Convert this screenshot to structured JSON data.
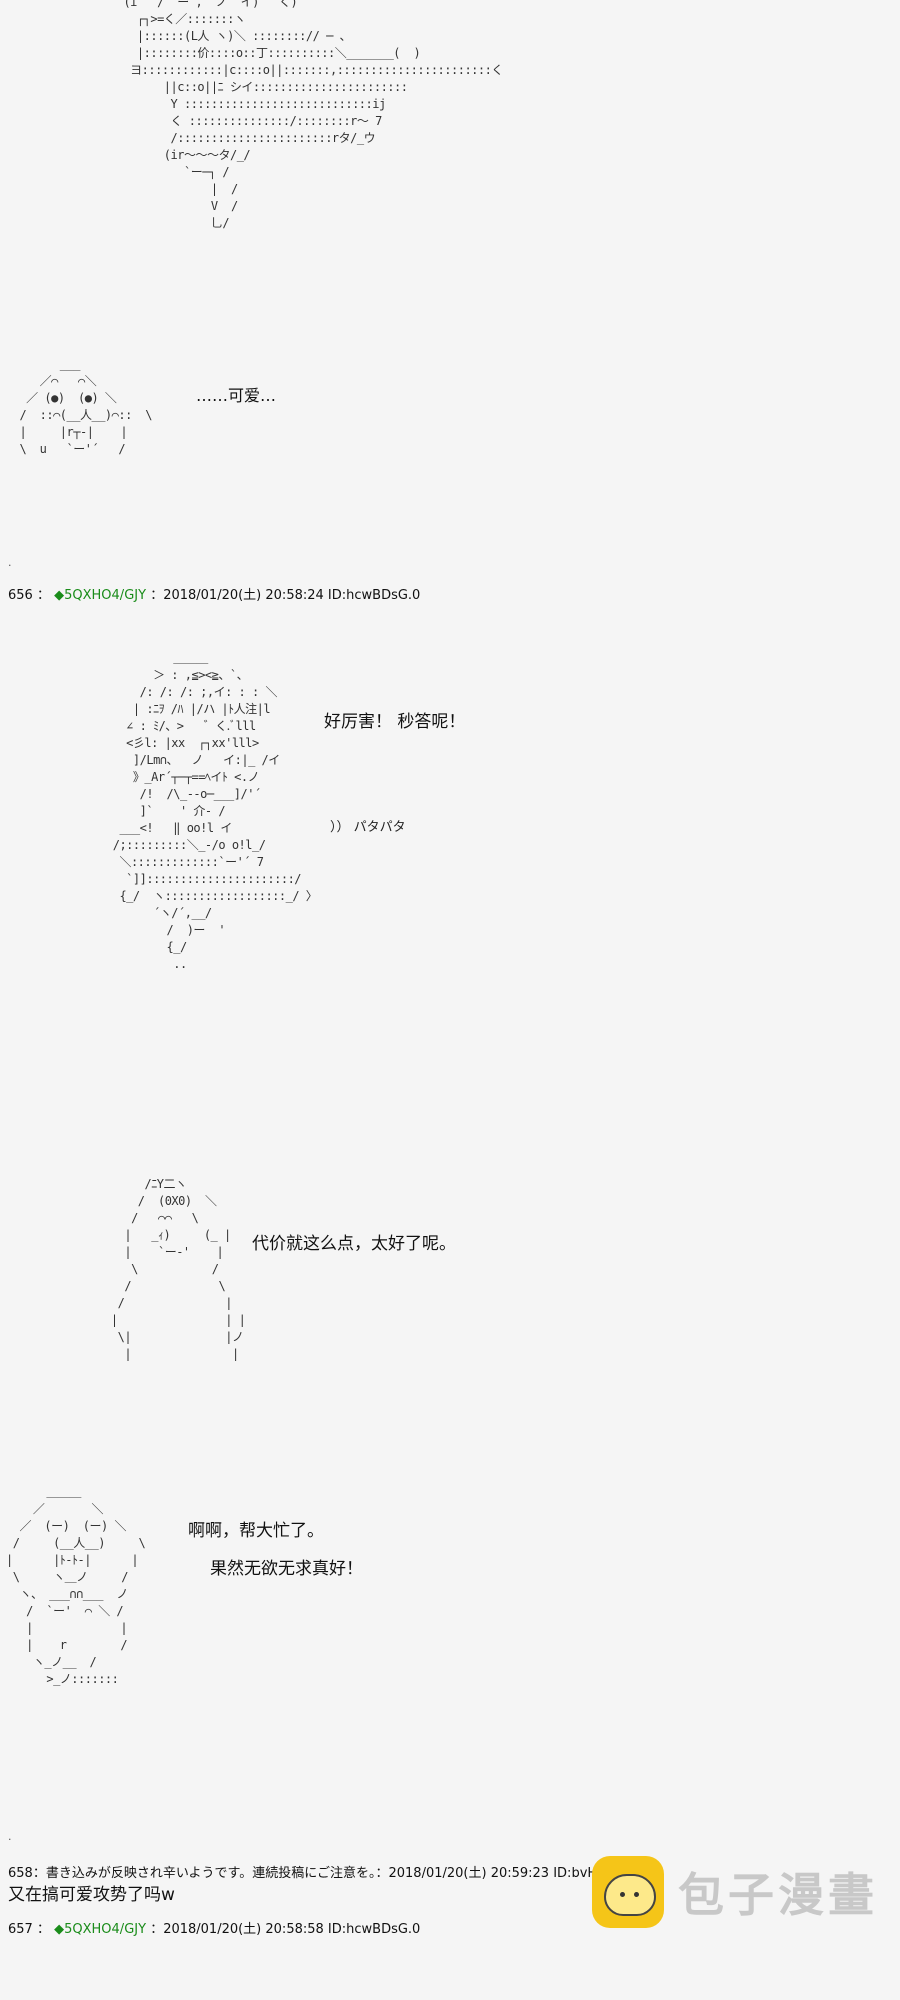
{
  "scene1": {
    "art_top": "  (i   /  ー ,  ノ  イ)   く)\n    ┌┐>=く／:::::::ヽ\n    |::::::(L人 ヽ)＼ ::::::::// ─ 、\n    |::::::::价::::o::丁::::::::::＼_______(  )\n   ヨ::::::::::::|c::::o||:::::::,:::::::::::::::::::::::く\n        ||c::o||ﾆ シイ:::::::::::::::::::::::\n         Y ::::::::::::::::::::::::::::ij\n         く :::::::::::::::/::::::::r〜 7\n         /:::::::::::::::::::::::rタ/_ウ\n        (ir〜〜〜タ/_/\n           `ー─┐ /\n               |  /\n               V  /\n               乚/",
    "art_mid": "        ___\n     ／⌒   ⌒＼\n   ／ (●)  (●) ＼\n  /  ::⌒(__人__)⌒::  \\\n  |     |r┬-|    |\n  \\  u   `ー'´   /",
    "line_cute": "……可爱…"
  },
  "post656": {
    "num": "656",
    "trip": "◆5QXHO4/GJY",
    "meta": "：2018/01/20(土) 20:58:24 ID:hcwBDsG.0"
  },
  "scene2": {
    "art": "          ＿＿＿\n       ＞ : ,≦><≧、`、\n     /: /: /: ;,イ: : : ＼\n    | :ﾆｦ /ﾊ |/ハ |ﾄ人注|l\n   ∠ : ﾐ/、>   ゛く.ﾞlll\n   <彡l: |xx  ┌┐xx'lll>\n    ]/Lm∩、  ノ   イ:|_ /イ\n    》_Ar´┬─┬==ﾍイﾄ <.ノ\n     /!  /\\_--o─___]/'´\n     ]`    ' 介- /\n  ___<!   ‖ oo!l イ\n /;:::::::::＼_-/o o!l_/\n  ＼:::::::::::::`ー'´ 7\n   `]]::::::::::::::::::::::/\n  {_/  ヽ::::::::::::::::::_/ 〉\n       ´ヽ/´,__/\n         /  )ー  '\n         {_/\n          ..",
    "line_great": "好厉害！ 秒答呢！",
    "sfx": "））  パタパタ"
  },
  "scene3": {
    "art": "         /ﾆY二ヽ\n        /  (0X0)  ＼\n       /   ⌒⌒   \\\n      |   _ｨ)     (_ |\n      |    `ー‐'    |\n       \\           /\n      /             \\\n     /               |\n    |                | |\n     \\|              |ノ\n      |               |",
    "line_price": "代价就这么点，太好了呢。"
  },
  "scene4": {
    "art": "      ＿＿＿\n    ／       ＼\n  ／  (ー)  (ー) ＼\n /     (__人__)     \\\n|      |ﾄ-ﾄ-|      |\n \\     ヽ＿ノ     /\n  ヽ、 ___∩∩___  ノ\n   /  `ー'  ⌒ ＼ /\n   |             |\n   |    r        /\n    ヽ_ノ__  /\n      >_ノ:::::::",
    "line_help": "啊啊，帮大忙了。",
    "line_selfless": "果然无欲无求真好！"
  },
  "post658": {
    "meta": "658：書き込みが反映され辛いようです。連続投稿にご注意を。：2018/01/20(土) 20:59:23 ID:bvHz/zVI0",
    "text": "又在搞可爱攻势了吗w"
  },
  "post657": {
    "num": "657",
    "trip": "◆5QXHO4/GJY",
    "meta": "：2018/01/20(土) 20:58:58 ID:hcwBDsG.0"
  },
  "watermark": {
    "text": "包子漫畫"
  },
  "colors": {
    "trip": "#1a8c1a",
    "background": "#f5f5f5",
    "watermark_logo": "#f5c518"
  }
}
